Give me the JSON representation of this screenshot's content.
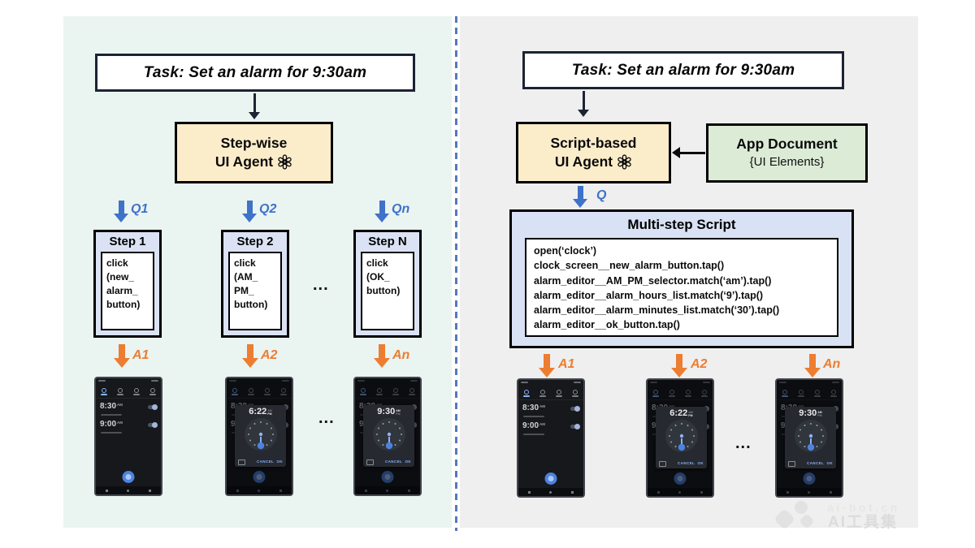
{
  "left_panel": {
    "task_label": "Task: Set an alarm for 9:30am",
    "agent_name_line1": "Step-wise",
    "agent_name_line2": "UI Agent",
    "steps": [
      {
        "query_label": "Q1",
        "title": "Step 1",
        "action": "click\n(new_\nalarm_\nbutton)",
        "answer_label": "A1"
      },
      {
        "query_label": "Q2",
        "title": "Step 2",
        "action": "click\n(AM_\nPM_\nbutton)",
        "answer_label": "A2"
      },
      {
        "query_label": "Qn",
        "title": "Step N",
        "action": "click\n(OK_\nbutton)",
        "answer_label": "An"
      }
    ],
    "steps_ellipsis": "...",
    "phones_ellipsis": "..."
  },
  "right_panel": {
    "task_label": "Task: Set an alarm for 9:30am",
    "agent_name_line1": "Script-based",
    "agent_name_line2": "UI Agent",
    "app_document_title": "App Document",
    "app_document_subtitle": "{UI Elements}",
    "query_label": "Q",
    "script_title": "Multi-step Script",
    "script_lines": [
      "open(‘clock’)",
      "clock_screen__new_alarm_button.tap()",
      "alarm_editor__AM_PM_selector.match(‘am’).tap()",
      "alarm_editor__alarm_hours_list.match(‘9’).tap()",
      "alarm_editor__alarm_minutes_list.match(‘30’).tap()",
      "alarm_editor__ok_button.tap()"
    ],
    "answers": [
      {
        "answer_label": "A1"
      },
      {
        "answer_label": "A2"
      },
      {
        "answer_label": "An"
      }
    ],
    "phones_ellipsis": "..."
  },
  "phone": {
    "alarm_times": [
      {
        "time": "8:30",
        "meridiem": "AM"
      },
      {
        "time": "9:00",
        "meridiem": "AM"
      }
    ],
    "picker_a": {
      "time": "6:22",
      "meridiem": "PM"
    },
    "picker_b": {
      "time": "9:30",
      "meridiem": "AM"
    },
    "dialog_buttons": [
      "CANCEL",
      "OK"
    ]
  },
  "watermark": {
    "line1": "ai-bot.cn",
    "line2": "AI工具集"
  },
  "colors": {
    "left_panel_bg": "#eaf4f1",
    "right_panel_bg": "#efefef",
    "divider_blue": "#5578bb",
    "query_arrow_blue": "#3f72c9",
    "answer_arrow_orange": "#ed7d31",
    "agent_box_yellow": "#fcedca",
    "script_box_lavender": "#d9e2f4",
    "app_document_green": "#dcebd5"
  }
}
